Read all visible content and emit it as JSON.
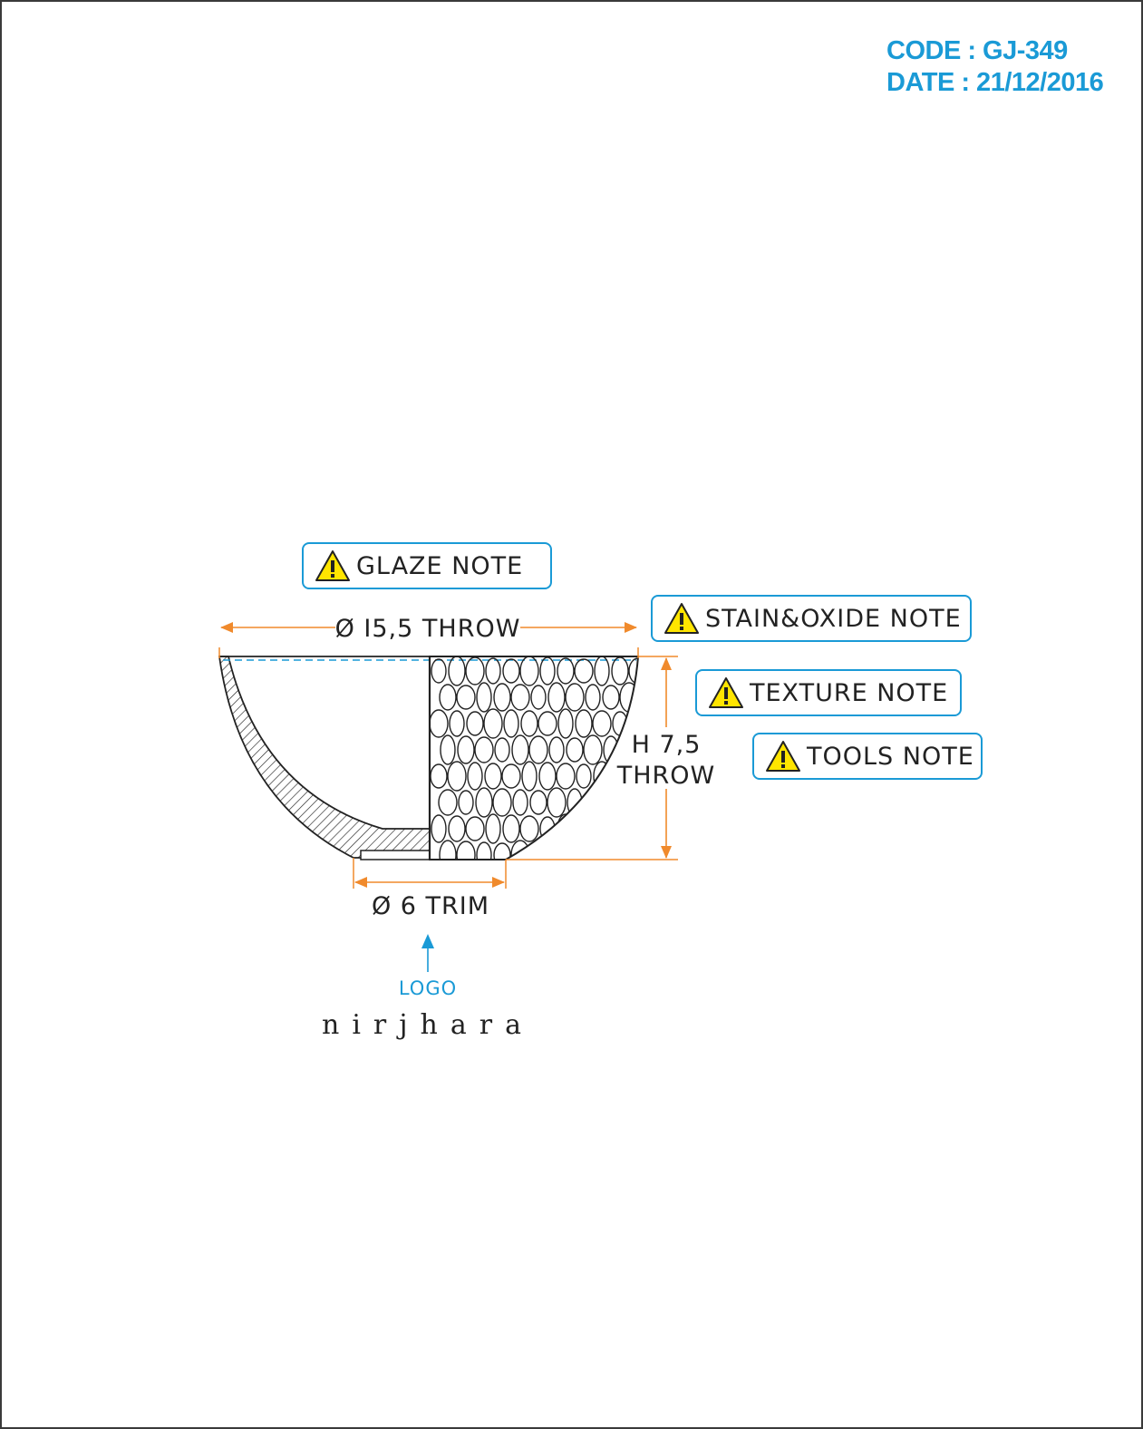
{
  "header": {
    "code_label": "CODE : GJ-349",
    "date_label": "DATE : 21/12/2016"
  },
  "notes": [
    {
      "label": "GLAZE NOTE",
      "icon": "warning-icon"
    },
    {
      "label": "STAIN&OXIDE NOTE",
      "icon": "warning-icon"
    },
    {
      "label": "TEXTURE NOTE",
      "icon": "warning-icon"
    },
    {
      "label": "TOOLS NOTE",
      "icon": "warning-icon"
    }
  ],
  "dimensions": {
    "diameter_top": "Ø I5,5 THROW",
    "height_line1": "H 7,5",
    "height_line2": "THROW",
    "diameter_base": "Ø 6 TRIM"
  },
  "logo": {
    "label": "LOGO",
    "wordmark": "nirjhara"
  },
  "colors": {
    "accent_blue": "#1a9ad6",
    "dimension_orange": "#f08a2c",
    "warning_yellow": "#ffe500"
  }
}
